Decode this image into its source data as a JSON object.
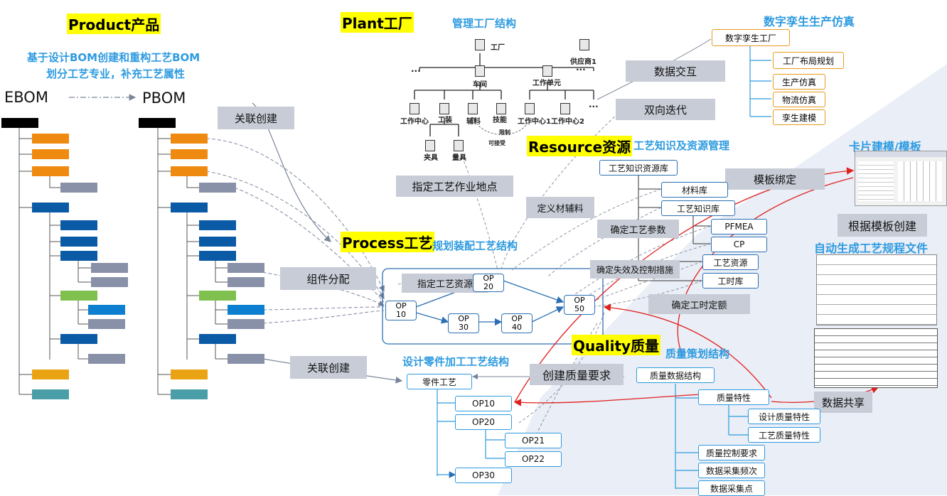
{
  "sections": {
    "product": "Product产品",
    "plant": "Plant工厂",
    "resource": "Resource资源",
    "process": "Process工艺",
    "quality": "Quality质量"
  },
  "product_desc": [
    "基于设计BOM创建和重构工艺BOM",
    "划分工艺专业，补充工艺属性"
  ],
  "bom": {
    "ebom": "EBOM",
    "pbom": "PBOM"
  },
  "plant_titles": {
    "mgmt": "管理工厂结构",
    "twin": "数字孪生生产仿真"
  },
  "plant_tree": {
    "factory": "工厂",
    "supplier": "供应商1",
    "workshop": "车间",
    "work_unit": "工作单元",
    "wc": "工作中心",
    "tooling": "工装",
    "aux": "辅料",
    "skill": "技能",
    "wc1": "工作中心1",
    "wc2": "工作中心2",
    "fixture": "夹具",
    "gauge": "量具",
    "restrict": "限制",
    "accept": "可接受",
    "dots": "..."
  },
  "twin": {
    "root": "数字孪生工厂",
    "items": [
      "工厂布局规划",
      "生产仿真",
      "物流仿真",
      "孪生建模"
    ]
  },
  "gray_labels": {
    "assoc1": "关联创建",
    "assoc2": "关联创建",
    "data_exchange": "数据交互",
    "bidir": "双向迭代",
    "assign_site": "指定工艺作业地点",
    "define_mat": "定义材辅料",
    "confirm_param": "确定工艺参数",
    "fmea_ctrl": "确定失效及控制措施",
    "assign_res": "指定工艺资源",
    "time_quota": "确定工时定额",
    "component": "组件分配",
    "template_bind": "模板绑定",
    "by_template": "根据模板创建",
    "quality_req": "创建质量要求",
    "data_share": "数据共享"
  },
  "resource": {
    "title": "工艺知识及资源管理",
    "root": "工艺知识资源库",
    "items": [
      "材料库",
      "工艺知识库",
      "PFMEA",
      "CP",
      "工艺资源",
      "工时库"
    ]
  },
  "process": {
    "title": "规划装配工艺结构",
    "ops": [
      "OP\n10",
      "OP\n20",
      "OP\n30",
      "OP\n40",
      "OP\n50"
    ]
  },
  "part_process": {
    "title": "设计零件加工工艺结构",
    "root": "零件工艺",
    "items": [
      "OP10",
      "OP20",
      "OP21",
      "OP22",
      "OP30"
    ]
  },
  "quality": {
    "title": "质量策划结构",
    "root": "质量数据结构",
    "items": [
      "质量特性",
      "设计质量特性",
      "工艺质量特性",
      "质量控制要求",
      "数据采集频次",
      "数据采集点"
    ]
  },
  "card": {
    "title": "卡片建模/模板",
    "auto": "自动生成工艺规程文件"
  },
  "colors": {
    "blue_title": "#2e9be0",
    "highlight": "#ffff00",
    "orange": "#ef8a10",
    "dark_blue": "#0b5aa6",
    "gray_bar": "#8891a8",
    "green": "#7fc04f",
    "light_blue": "#0c7fd0",
    "teal": "#4a9ea7",
    "gold": "#eaa413"
  }
}
